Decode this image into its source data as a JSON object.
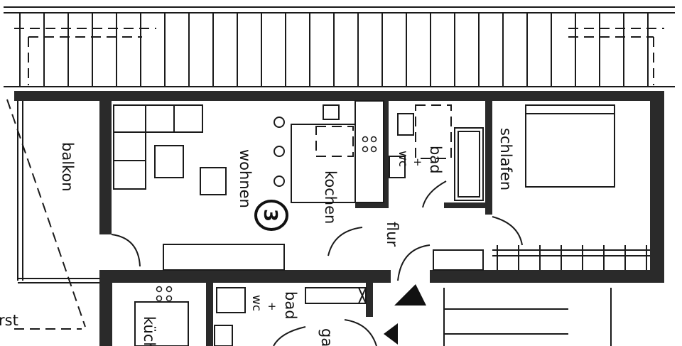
{
  "plan": {
    "rooms": {
      "balkon": "balkon",
      "wohnen": "wohnen",
      "kochen": "kochen",
      "bad_upper": "bad",
      "bad_upper_plus": "+",
      "wc_upper": "wc",
      "flur": "flur",
      "schlafen": "schlafen",
      "kuche": "küch",
      "bad_lower": "bad",
      "bad_lower_plus": "+",
      "wc_lower": "wc",
      "garderobe": "ga",
      "left_fragment": "rst"
    },
    "unit_number": "3"
  }
}
